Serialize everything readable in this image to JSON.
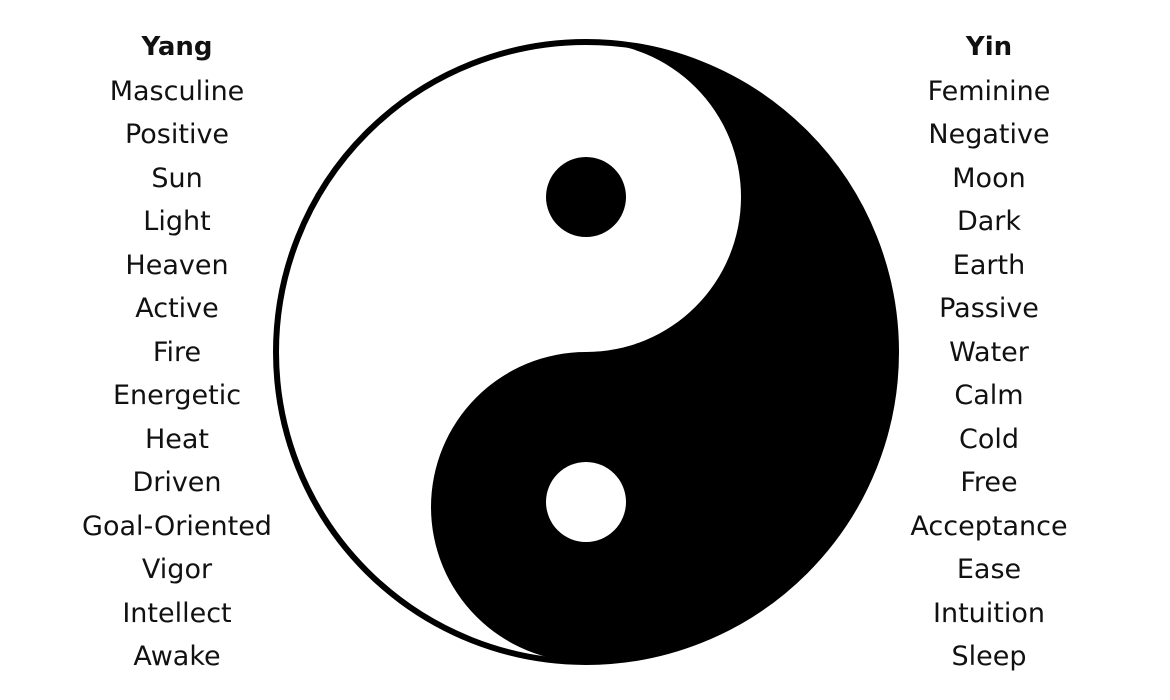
{
  "yang": {
    "heading": "Yang",
    "items": [
      "Masculine",
      "Positive",
      "Sun",
      "Light",
      "Heaven",
      "Active",
      "Fire",
      "Energetic",
      "Heat",
      "Driven",
      "Goal-Oriented",
      "Vigor",
      "Intellect",
      "Awake"
    ]
  },
  "yin": {
    "heading": "Yin",
    "items": [
      "Feminine",
      "Negative",
      "Moon",
      "Dark",
      "Earth",
      "Passive",
      "Water",
      "Calm",
      "Cold",
      "Free",
      "Acceptance",
      "Ease",
      "Intuition",
      "Sleep"
    ]
  },
  "colors": {
    "yin": "#000000",
    "yang": "#ffffff"
  }
}
